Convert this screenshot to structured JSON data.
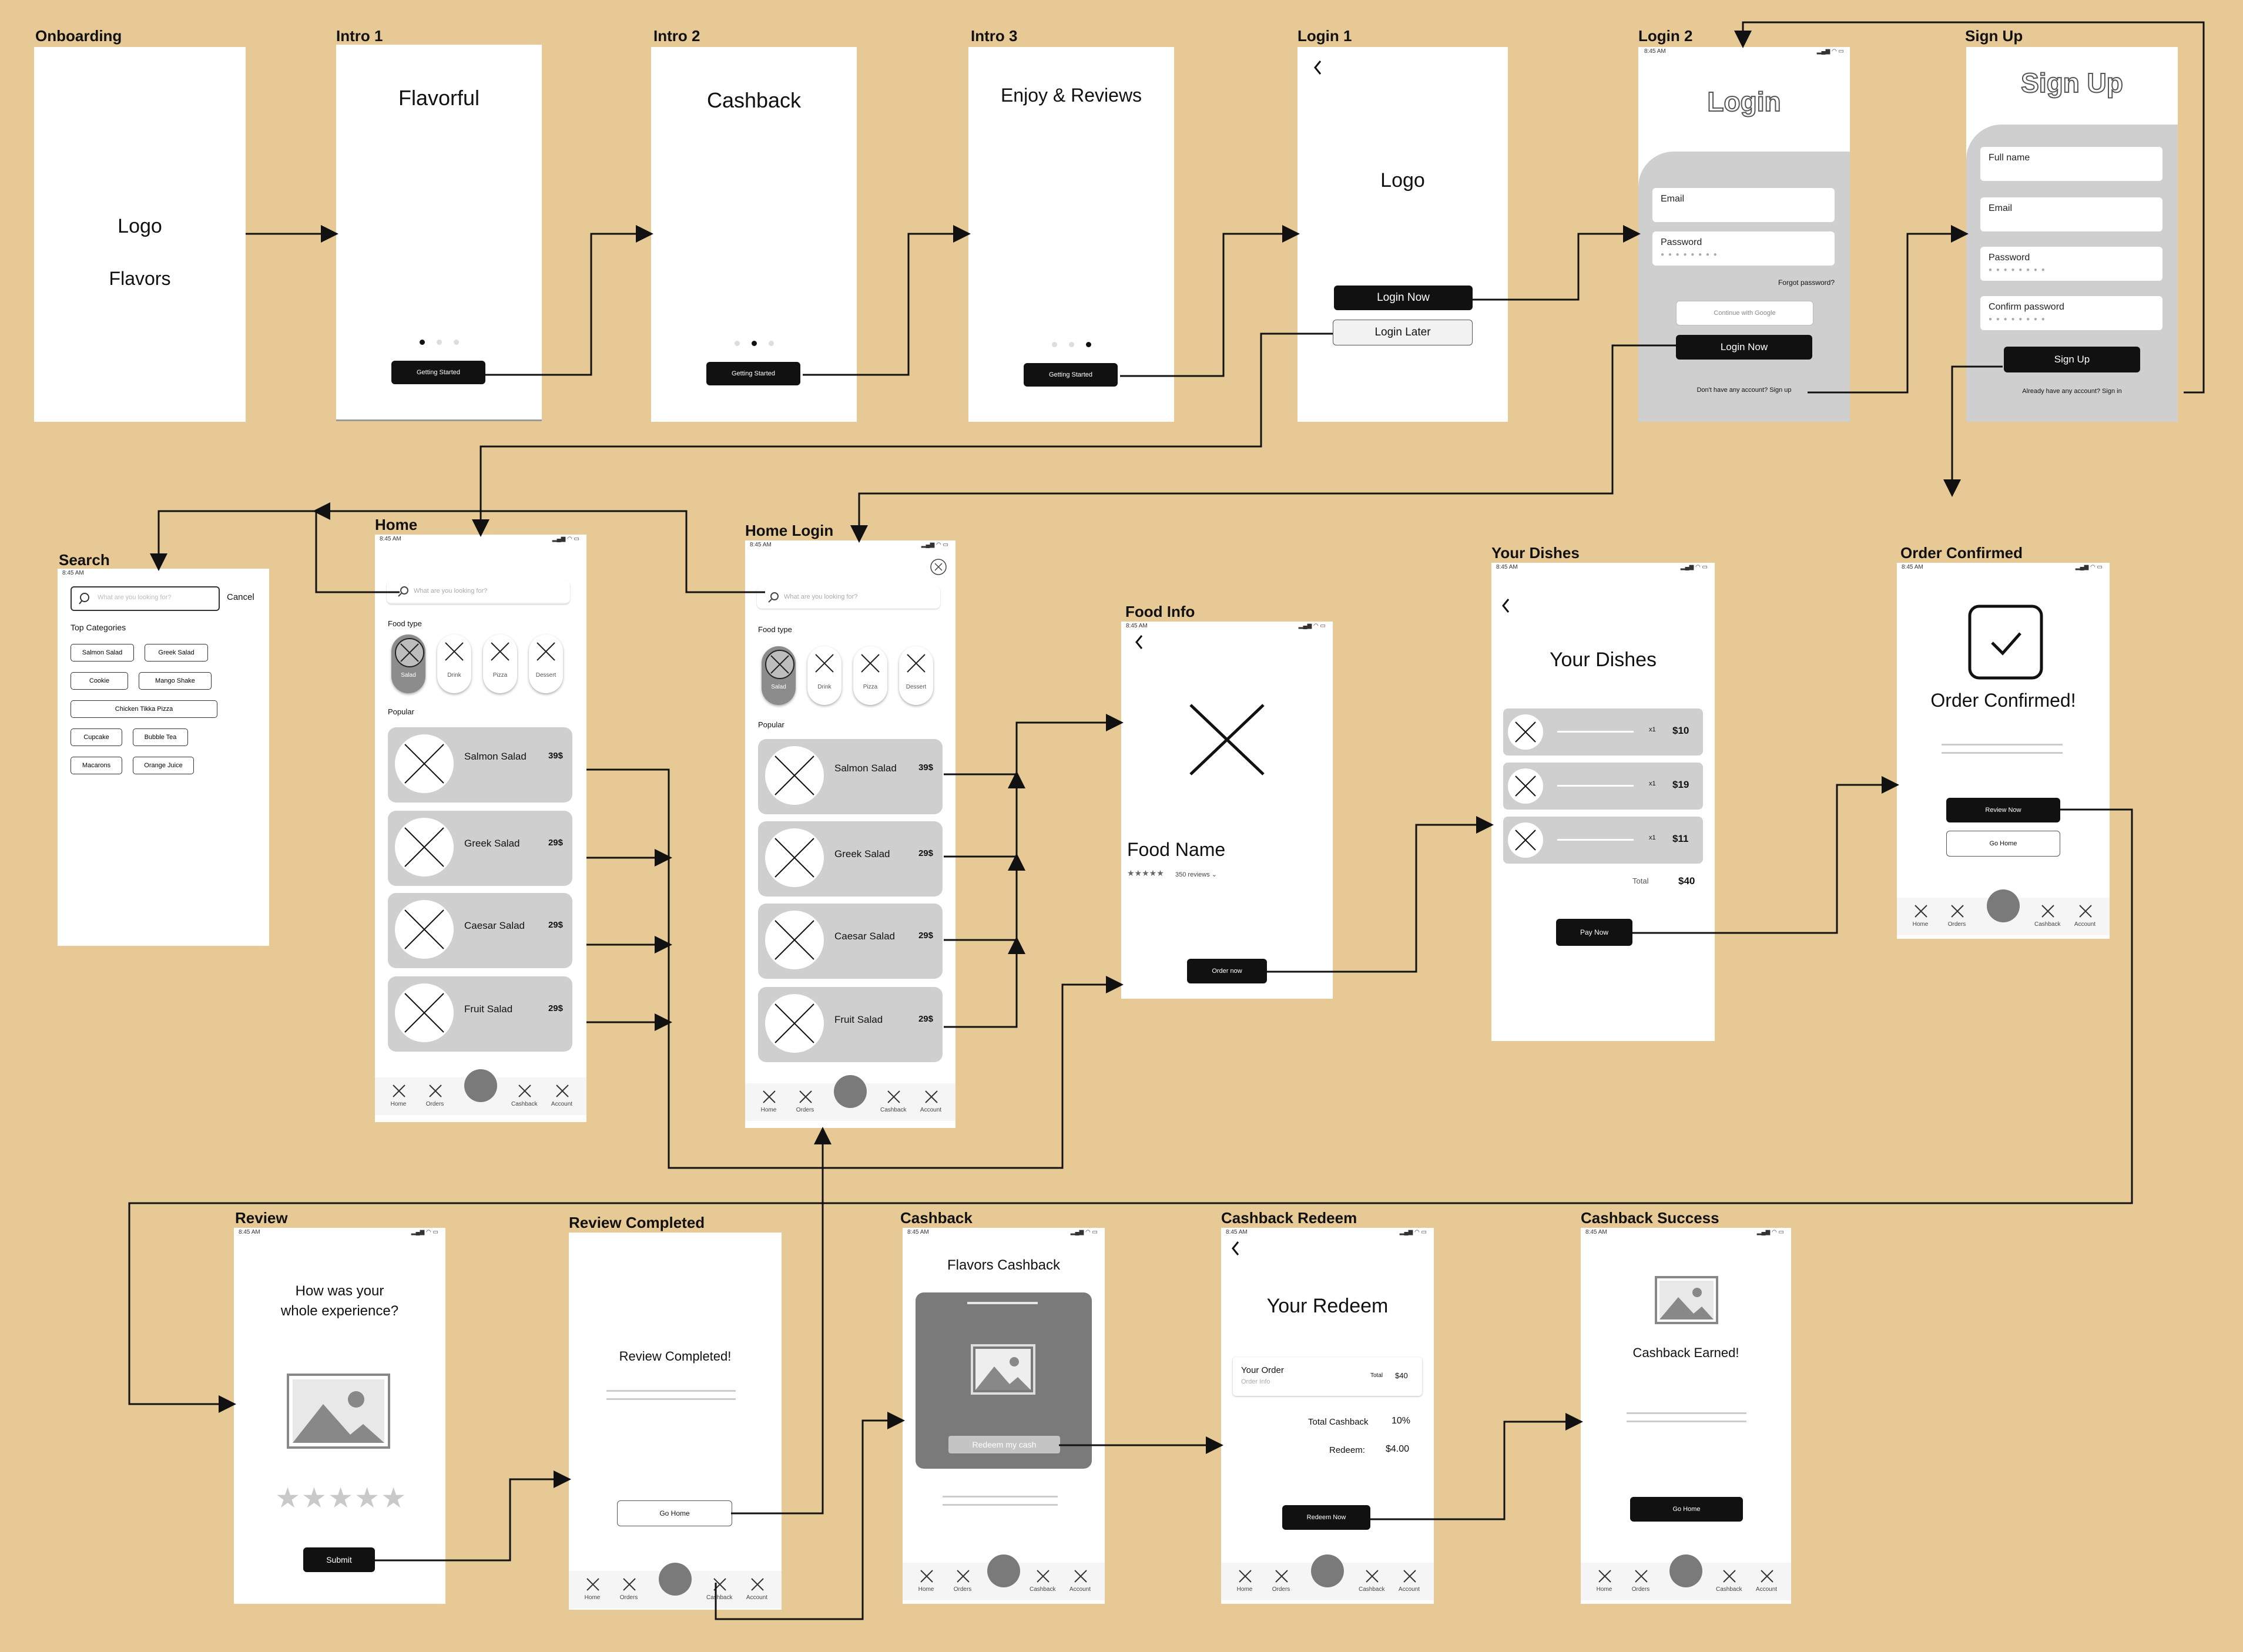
{
  "titles": {
    "onboarding": "Onboarding",
    "intro1": "Intro 1",
    "intro2": "Intro 2",
    "intro3": "Intro 3",
    "login1": "Login 1",
    "login2": "Login 2",
    "signup": "Sign Up",
    "search": "Search",
    "home": "Home",
    "home_login": "Home Login",
    "food_info": "Food Info",
    "your_dishes": "Your Dishes",
    "order_confirmed": "Order Confirmed",
    "review": "Review",
    "review_completed": "Review Completed",
    "cashback": "Cashback",
    "cashback_redeem": "Cashback Redeem",
    "cashback_success": "Cashback Success"
  },
  "status_time": "8:45 AM",
  "onboarding": {
    "logo": "Logo",
    "brand": "Flavors"
  },
  "intro1": {
    "heading": "Flavorful",
    "button": "Getting Started"
  },
  "intro2": {
    "heading": "Cashback",
    "button": "Getting Started"
  },
  "intro3": {
    "heading": "Enjoy & Reviews",
    "button": "Getting Started"
  },
  "login1": {
    "logo": "Logo",
    "login_now": "Login Now",
    "login_later": "Login Later"
  },
  "login2": {
    "heading": "Login",
    "email": "Email",
    "password": "Password",
    "password_mask": "● ● ● ● ● ● ● ●",
    "forgot": "Forgot password?",
    "google": "Continue with Google",
    "button": "Login Now",
    "footer": "Don't have any account? Sign up"
  },
  "signup": {
    "heading": "Sign Up",
    "full_name": "Full name",
    "email": "Email",
    "password": "Password",
    "confirm": "Confirm password",
    "password_mask": "● ● ● ● ● ● ● ●",
    "button": "Sign Up",
    "footer": "Already have any account? Sign in"
  },
  "search": {
    "placeholder": "What are you looking for?",
    "cancel": "Cancel",
    "section": "Top Categories",
    "chips": [
      "Salmon Salad",
      "Greek Salad",
      "Cookie",
      "Mango Shake",
      "Chicken Tikka Pizza",
      "Cupcake",
      "Bubble Tea",
      "Macarons",
      "Orange Juice"
    ]
  },
  "home": {
    "search_placeholder": "What are you looking for?",
    "food_type": "Food type",
    "types": [
      "Salad",
      "Drink",
      "Pizza",
      "Dessert"
    ],
    "popular": "Popular",
    "items": [
      {
        "name": "Salmon Salad",
        "price": "39$"
      },
      {
        "name": "Greek Salad",
        "price": "29$"
      },
      {
        "name": "Caesar Salad",
        "price": "29$"
      },
      {
        "name": "Fruit Salad",
        "price": "29$"
      }
    ],
    "nav": [
      "Home",
      "Orders",
      "Cashback",
      "Account"
    ]
  },
  "food_info": {
    "name": "Food Name",
    "stars": "★★★★★",
    "reviews": "350 reviews ⌄",
    "button": "Order now"
  },
  "your_dishes": {
    "heading": "Your Dishes",
    "rows": [
      {
        "qty": "x1",
        "price": "$10"
      },
      {
        "qty": "x1",
        "price": "$19"
      },
      {
        "qty": "x1",
        "price": "$11"
      }
    ],
    "total_label": "Total",
    "total": "$40",
    "button": "Pay Now"
  },
  "order_confirmed": {
    "heading": "Order Confirmed!",
    "review_btn": "Review Now",
    "home_btn": "Go Home"
  },
  "review": {
    "question_line1": "How was your",
    "question_line2": "whole experience?",
    "stars": "★★★★★",
    "button": "Submit"
  },
  "review_completed": {
    "heading": "Review Completed!",
    "button": "Go Home"
  },
  "cashback": {
    "heading": "Flavors Cashback",
    "button": "Redeem my cash"
  },
  "cashback_redeem": {
    "heading": "Your Redeem",
    "order": "Your Order",
    "order_info": "Order Info",
    "total_label": "Total",
    "total": "$40",
    "cashback_label": "Total Cashback",
    "cashback": "10%",
    "redeem_label": "Redeem:",
    "redeem": "$4.00",
    "button": "Redeem Now"
  },
  "cashback_success": {
    "heading": "Cashback Earned!",
    "button": "Go Home"
  },
  "colors": {
    "background": "#e6c995",
    "panel": "#cfcfcf",
    "dark": "#111111"
  }
}
